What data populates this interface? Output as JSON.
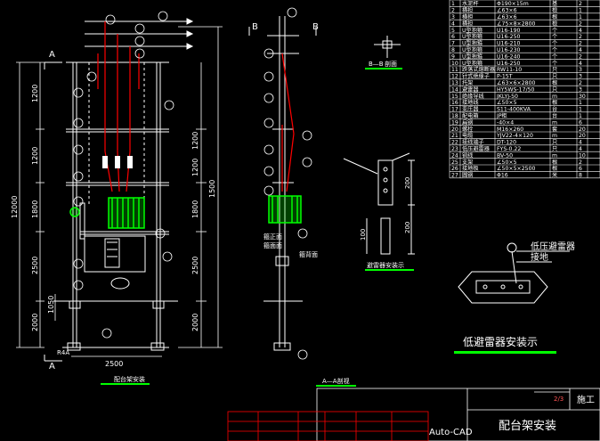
{
  "dimensions_left": {
    "total": "12000",
    "d1": "1200",
    "d2": "1200",
    "d3": "1800",
    "d4": "2500",
    "d5": "2000",
    "bottom": "2500",
    "small": "1050"
  },
  "dimensions_right": {
    "d1": "1200",
    "d2": "1200",
    "d3": "1800",
    "d4": "2500",
    "d5": "2000",
    "total": "1500"
  },
  "section_marks": {
    "a": "A",
    "b": "B"
  },
  "elevation_label": "R4A",
  "front_view_caption": "配台架安装",
  "side_view_caption": "A—A剖视",
  "side_labels": {
    "a": "箍正面",
    "b": "箍面面",
    "c": "箍背面"
  },
  "detail_bb_caption": "B—B",
  "detail_bb_caption2": "剖面",
  "bracket_caption": "避雷器安装示",
  "bracket_dims": {
    "a": "200",
    "b": "200",
    "c": "100"
  },
  "arrester_labels": {
    "a": "低压避雷器",
    "b": "接地"
  },
  "arrester_caption": "低避雷器安装示",
  "title_block": {
    "software": "Auto-CAD",
    "title": "配台架安装",
    "stage": "施工",
    "page": "2/3"
  },
  "table_rows": [
    {
      "no": "1",
      "name": "水泥杆",
      "spec": "Φ190×15m",
      "unit": "基",
      "qty": "2"
    },
    {
      "no": "2",
      "name": "横担",
      "spec": "∠63×6",
      "unit": "根",
      "qty": "1"
    },
    {
      "no": "3",
      "name": "横担",
      "spec": "∠63×6",
      "unit": "根",
      "qty": "1"
    },
    {
      "no": "4",
      "name": "横担",
      "spec": "∠75×8×2800",
      "unit": "根",
      "qty": "2"
    },
    {
      "no": "5",
      "name": "U型抱箍",
      "spec": "U16-190",
      "unit": "个",
      "qty": "4"
    },
    {
      "no": "6",
      "name": "U型抱箍",
      "spec": "U16-250",
      "unit": "个",
      "qty": "2"
    },
    {
      "no": "7",
      "name": "U型抱箍",
      "spec": "U16-210",
      "unit": "个",
      "qty": "2"
    },
    {
      "no": "8",
      "name": "U型抱箍",
      "spec": "U16-230",
      "unit": "个",
      "qty": "4"
    },
    {
      "no": "9",
      "name": "U型抱箍",
      "spec": "U16-240",
      "unit": "个",
      "qty": "2"
    },
    {
      "no": "10",
      "name": "U型抱箍",
      "spec": "U16-250",
      "unit": "个",
      "qty": "4"
    },
    {
      "no": "11",
      "name": "跌落式熔断器",
      "spec": "RW11-10",
      "unit": "只",
      "qty": "3"
    },
    {
      "no": "12",
      "name": "针式绝缘子",
      "spec": "P-15T",
      "unit": "只",
      "qty": "3"
    },
    {
      "no": "13",
      "name": "托架",
      "spec": "∠63×6×2800",
      "unit": "根",
      "qty": "2"
    },
    {
      "no": "14",
      "name": "避雷器",
      "spec": "HY5WS-17/50",
      "unit": "只",
      "qty": "3"
    },
    {
      "no": "15",
      "name": "绝缘导线",
      "spec": "JKLYJ-50",
      "unit": "m",
      "qty": "30"
    },
    {
      "no": "16",
      "name": "接地线",
      "spec": "∠50×5",
      "unit": "根",
      "qty": "1"
    },
    {
      "no": "17",
      "name": "变压器",
      "spec": "S11-400KVA",
      "unit": "台",
      "qty": "1"
    },
    {
      "no": "18",
      "name": "配电箱",
      "spec": "JP柜",
      "unit": "台",
      "qty": "1"
    },
    {
      "no": "19",
      "name": "扁钢",
      "spec": "-40×4",
      "unit": "m",
      "qty": "6"
    },
    {
      "no": "20",
      "name": "螺栓",
      "spec": "M16×260",
      "unit": "套",
      "qty": "20"
    },
    {
      "no": "21",
      "name": "电缆",
      "spec": "YJV22-4×120",
      "unit": "m",
      "qty": "20"
    },
    {
      "no": "22",
      "name": "接线端子",
      "spec": "DT-120",
      "unit": "只",
      "qty": "4"
    },
    {
      "no": "23",
      "name": "低压避雷器",
      "spec": "FYS-0.22",
      "unit": "只",
      "qty": "4"
    },
    {
      "no": "24",
      "name": "铜线",
      "spec": "BV-50",
      "unit": "m",
      "qty": "10"
    },
    {
      "no": "25",
      "name": "支架",
      "spec": "∠50×5",
      "unit": "根",
      "qty": "2"
    },
    {
      "no": "26",
      "name": "接地极",
      "spec": "∠50×5×2500",
      "unit": "根",
      "qty": "6"
    },
    {
      "no": "27",
      "name": "圆钢",
      "spec": "Φ16",
      "unit": "米",
      "qty": "8"
    }
  ],
  "colors": {
    "bg": "#000000",
    "line": "#ffffff",
    "accent_red": "#ff0000",
    "transformer": "#00ff00",
    "caption_bar": "#00ff00",
    "dim_yellow": "#ffff00"
  }
}
